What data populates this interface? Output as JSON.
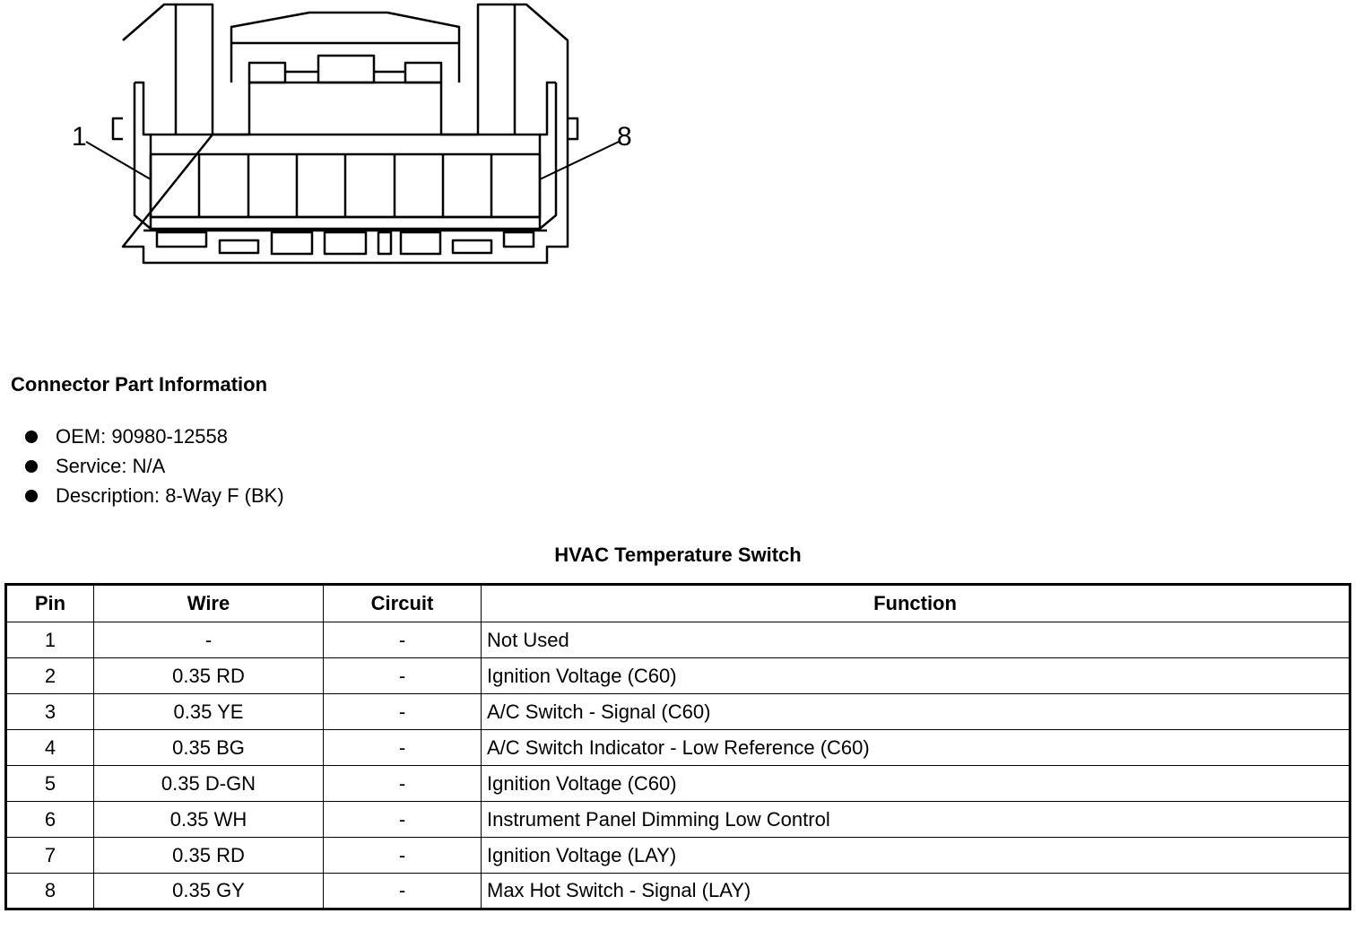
{
  "diagram": {
    "pin_left_label": "1",
    "pin_right_label": "8"
  },
  "part_info": {
    "heading": "Connector Part Information",
    "items": [
      "OEM: 90980-12558",
      "Service: N/A",
      "Description: 8-Way F (BK)"
    ]
  },
  "table": {
    "title": "HVAC Temperature Switch",
    "headers": [
      "Pin",
      "Wire",
      "Circuit",
      "Function"
    ],
    "rows": [
      [
        "1",
        "-",
        "-",
        "Not Used"
      ],
      [
        "2",
        "0.35 RD",
        "-",
        "Ignition Voltage (C60)"
      ],
      [
        "3",
        "0.35 YE",
        "-",
        "A/C Switch - Signal (C60)"
      ],
      [
        "4",
        "0.35 BG",
        "-",
        "A/C Switch Indicator - Low Reference (C60)"
      ],
      [
        "5",
        "0.35 D-GN",
        "-",
        "Ignition Voltage (C60)"
      ],
      [
        "6",
        "0.35 WH",
        "-",
        "Instrument Panel Dimming Low Control"
      ],
      [
        "7",
        "0.35 RD",
        "-",
        "Ignition Voltage (LAY)"
      ],
      [
        "8",
        "0.35 GY",
        "-",
        "Max Hot Switch - Signal (LAY)"
      ]
    ]
  }
}
